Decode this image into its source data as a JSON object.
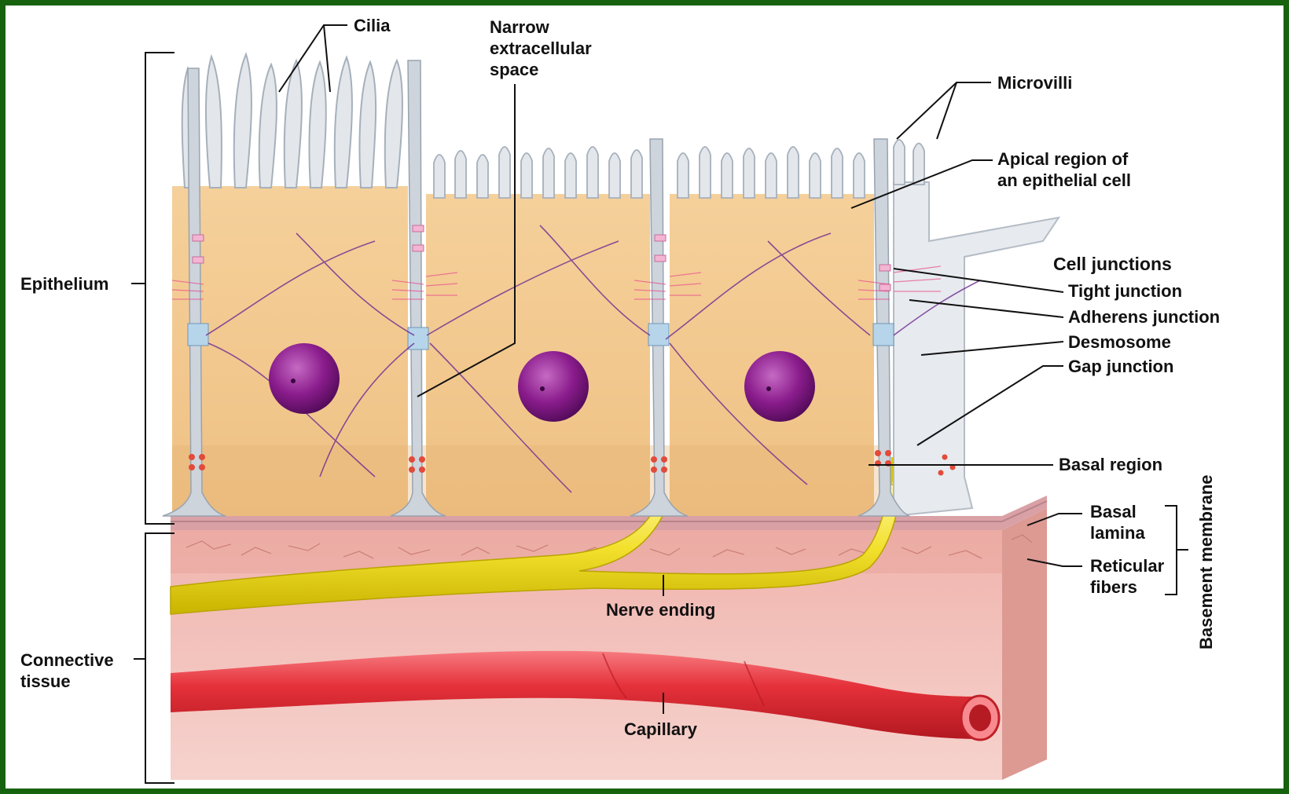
{
  "diagram": {
    "labels": {
      "cilia": "Cilia",
      "narrow_space_1": "Narrow",
      "narrow_space_2": "extracellular",
      "narrow_space_3": "space",
      "microvilli": "Microvilli",
      "apical_1": "Apical region of",
      "apical_2": "an epithelial cell",
      "cell_junctions": "Cell junctions",
      "tight_junction": "Tight junction",
      "adherens_junction": "Adherens junction",
      "desmosome": "Desmosome",
      "gap_junction": "Gap junction",
      "basal_region": "Basal region",
      "basal_lamina_1": "Basal",
      "basal_lamina_2": "lamina",
      "reticular_1": "Reticular",
      "reticular_2": "fibers",
      "basement_membrane": "Basement membrane",
      "epithelium": "Epithelium",
      "connective_1": "Connective",
      "connective_2": "tissue",
      "nerve_ending": "Nerve ending",
      "capillary": "Capillary"
    },
    "colors": {
      "frame": "#16620f",
      "cell_cytoplasm": "#f2c98f",
      "cell_membrane": "#c4ccd6",
      "nucleus": "#8e1f8e",
      "nerve": "#f0e030",
      "capillary": "#e8343c",
      "connective_tissue": "#f1c2bd",
      "filaments": "#6a2a8c",
      "junction_pink": "#f07ab0"
    }
  }
}
